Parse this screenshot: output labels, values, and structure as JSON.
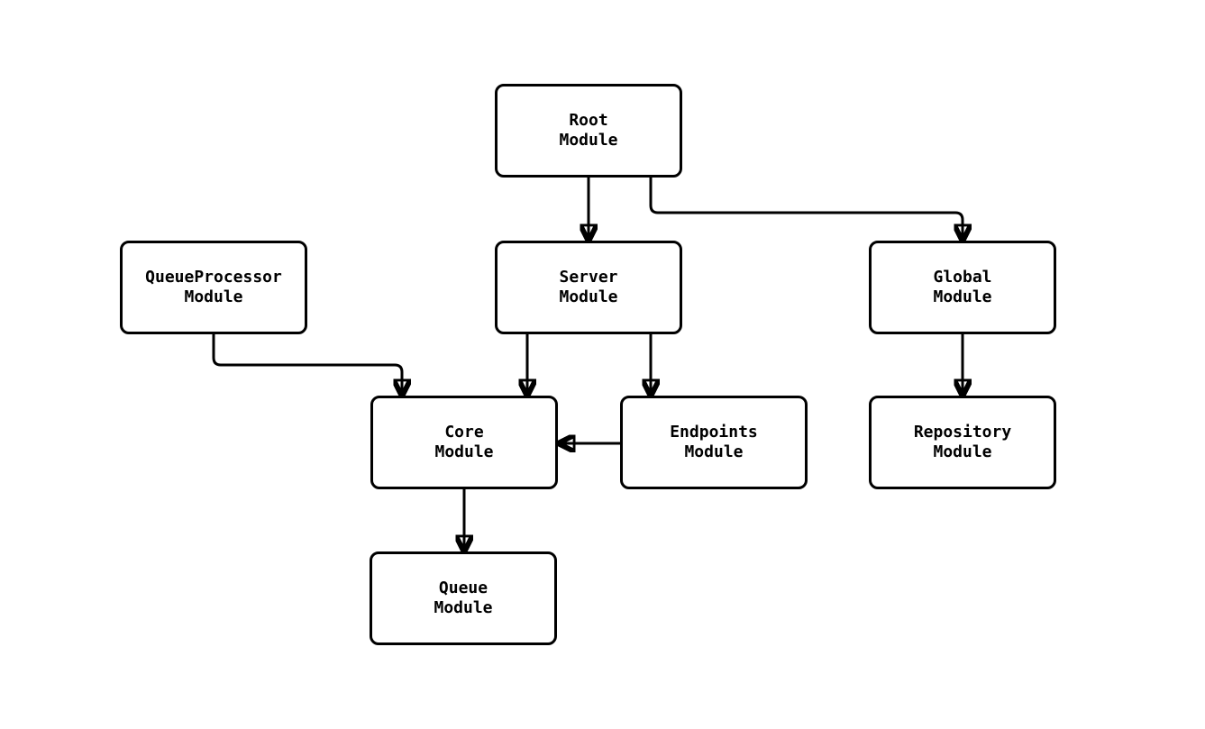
{
  "diagram": {
    "type": "flowchart",
    "colors": {
      "background": "#ffffff",
      "node_fill": "#ffffff",
      "node_border": "#000000",
      "edge_stroke": "#000000",
      "text": "#000000"
    },
    "nodes": {
      "root": {
        "label": "Root\nModule"
      },
      "qp": {
        "label": "QueueProcessor\nModule"
      },
      "server": {
        "label": "Server\nModule"
      },
      "global": {
        "label": "Global\nModule"
      },
      "core": {
        "label": "Core\nModule"
      },
      "endpoints": {
        "label": "Endpoints\nModule"
      },
      "repository": {
        "label": "Repository\nModule"
      },
      "queue": {
        "label": "Queue\nModule"
      }
    },
    "edges": [
      {
        "from": "root",
        "to": "server"
      },
      {
        "from": "root",
        "to": "global"
      },
      {
        "from": "qp",
        "to": "core"
      },
      {
        "from": "server",
        "to": "core"
      },
      {
        "from": "server",
        "to": "endpoints"
      },
      {
        "from": "endpoints",
        "to": "core"
      },
      {
        "from": "global",
        "to": "repository"
      },
      {
        "from": "core",
        "to": "queue"
      }
    ]
  }
}
